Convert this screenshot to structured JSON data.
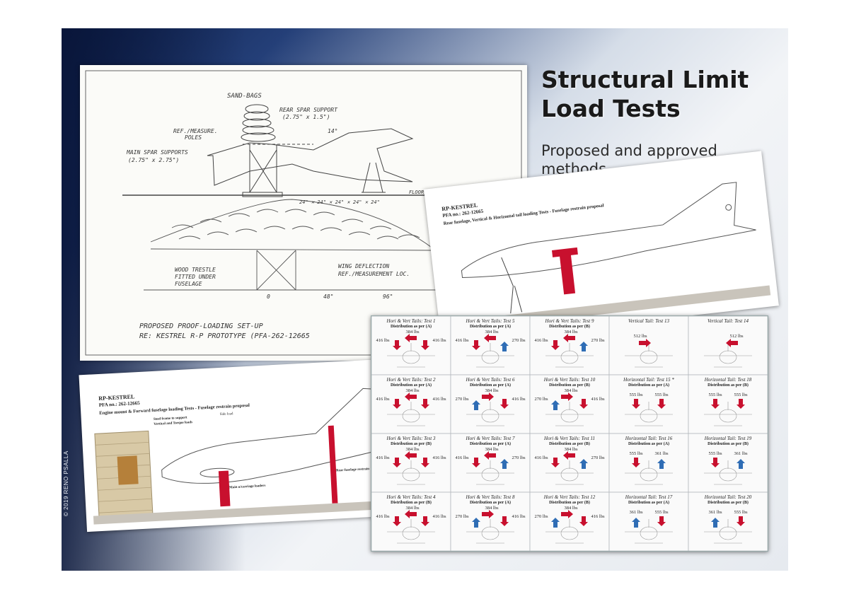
{
  "slide": {
    "title_line1": "Structural Limit",
    "title_line2": "Load Tests",
    "subtitle_line1": "Proposed and approved",
    "subtitle_line2": "methods",
    "copyright": "© 2019 RENO PSALLA"
  },
  "sketch": {
    "labels": {
      "sandbags": "SAND-BAGS",
      "rear_spar_line1": "REAR SPAR SUPPORT",
      "rear_spar_line2": "(2.75\" x 1.5\")",
      "ref_measure_line1": "REF./MEASURE.",
      "ref_measure_line2": "POLES",
      "angle": "14°",
      "main_spar_line1": "MAIN SPAR SUPPORTS",
      "main_spar_line2": "(2.75\" x 2.75\")",
      "floor_line": "FLOOR LINE",
      "dims": "24\"  ✕  24\"  ✕  24\"  ✕  24\"  ✕  24\"",
      "trestle_line1": "WOOD TRESTLE",
      "trestle_line2": "FITTED UNDER",
      "trestle_line3": "FUSELAGE",
      "wing_defl_line1": "WING DEFLECTION",
      "wing_defl_line2": "REF./MEASUREMENT LOC.",
      "station_0": "0",
      "station_48": "48\"",
      "station_96": "96\"",
      "caption_line1": "PROPOSED PROOF-LOADING SET-UP",
      "caption_line2": "RE: KESTREL R-P PROTOTYPE  (PFA-262-12665"
    }
  },
  "rear_card": {
    "line1": "RP-KESTREL",
    "line2": "PFA no.: 262-12665",
    "line3": "Rear fuselage, Vertical & Horizontal tail loading Tests - Fuselage restrain proposal"
  },
  "front_card": {
    "line1": "RP-KESTREL",
    "line2": "PFA no.: 262-12665",
    "line3": "Engine mount & Forward fuselage loading Tests - Fuselage restrain proposal",
    "note1": "Steel frame to support",
    "note2": "Vertical and Torque loads",
    "note3": "Side load",
    "note4": "Main u/carriage loaders",
    "note5": "Rear fuselage restrain"
  },
  "tests": [
    {
      "title": "Hori & Vert Tails: Test 1",
      "dist": "Distribution as per (A)",
      "top": "384 lbs",
      "left": "416 lbs",
      "right": "416 lbs"
    },
    {
      "title": "Hori & Vert Tails: Test 5",
      "dist": "Distribution as per (A)",
      "top": "384 lbs",
      "left": "416 lbs",
      "right": "270 lbs"
    },
    {
      "title": "Hori & Vert Tails: Test 9",
      "dist": "Distribution as per (B)",
      "top": "384 lbs",
      "left": "416 lbs",
      "right": "270 lbs"
    },
    {
      "title": "Vertical Tail: Test 13",
      "dist": "",
      "top": "",
      "left": "512 lbs",
      "right": ""
    },
    {
      "title": "Vertical Tail: Test 14",
      "dist": "",
      "top": "",
      "left": "",
      "right": "512 lbs"
    },
    {
      "title": "Hori & Vert Tails: Test 2",
      "dist": "Distribution as per (A)",
      "top": "384 lbs",
      "left": "416 lbs",
      "right": "416 lbs"
    },
    {
      "title": "Hori & Vert Tails: Test 6",
      "dist": "Distribution as per (A)",
      "top": "384 lbs",
      "left": "270 lbs",
      "right": "416 lbs"
    },
    {
      "title": "Hori & Vert Tails: Test 10",
      "dist": "Distribution as per (B)",
      "top": "384 lbs",
      "left": "270 lbs",
      "right": "416 lbs"
    },
    {
      "title": "Horizontal Tail: Test 15 *",
      "dist": "Distribution as per (A)",
      "top": "",
      "left": "555 lbs",
      "right": "555 lbs"
    },
    {
      "title": "Horizontal Tail: Test 18",
      "dist": "Distribution as per (B)",
      "top": "",
      "left": "555 lbs",
      "right": "555 lbs"
    },
    {
      "title": "Hori & Vert Tails: Test 3",
      "dist": "Distribution as per (B)",
      "top": "384 lbs",
      "left": "416 lbs",
      "right": "416 lbs"
    },
    {
      "title": "Hori & Vert Tails: Test 7",
      "dist": "Distribution as per (A)",
      "top": "384 lbs",
      "left": "416 lbs",
      "right": "270 lbs"
    },
    {
      "title": "Hori & Vert Tails: Test 11",
      "dist": "Distribution as per (B)",
      "top": "384 lbs",
      "left": "416 lbs",
      "right": "270 lbs"
    },
    {
      "title": "Horizontal Tail: Test 16",
      "dist": "Distribution as per (A)",
      "top": "",
      "left": "555 lbs",
      "right": "361 lbs"
    },
    {
      "title": "Horizontal Tail: Test 19",
      "dist": "Distribution as per (B)",
      "top": "",
      "left": "555 lbs",
      "right": "361 lbs"
    },
    {
      "title": "Hori & Vert Tails: Test 4",
      "dist": "Distribution as per (B)",
      "top": "384 lbs",
      "left": "416 lbs",
      "right": "416 lbs"
    },
    {
      "title": "Hori & Vert Tails: Test 8",
      "dist": "Distribution as per (A)",
      "top": "384 lbs",
      "left": "270 lbs",
      "right": "416 lbs"
    },
    {
      "title": "Hori & Vert Tails: Test 12",
      "dist": "Distribution as per (B)",
      "top": "384 lbs",
      "left": "270 lbs",
      "right": "416 lbs"
    },
    {
      "title": "Horizontal Tail: Test 17",
      "dist": "Distribution as per (A)",
      "top": "",
      "left": "361 lbs",
      "right": "555 lbs"
    },
    {
      "title": "Horizontal Tail: Test 20",
      "dist": "Distribution as per (B)",
      "top": "",
      "left": "361 lbs",
      "right": "555 lbs"
    }
  ],
  "colors": {
    "load_arrow": "#c8102e",
    "relief_arrow": "#2f6db5",
    "paper": "#fbfbf8",
    "ink": "#333333"
  }
}
